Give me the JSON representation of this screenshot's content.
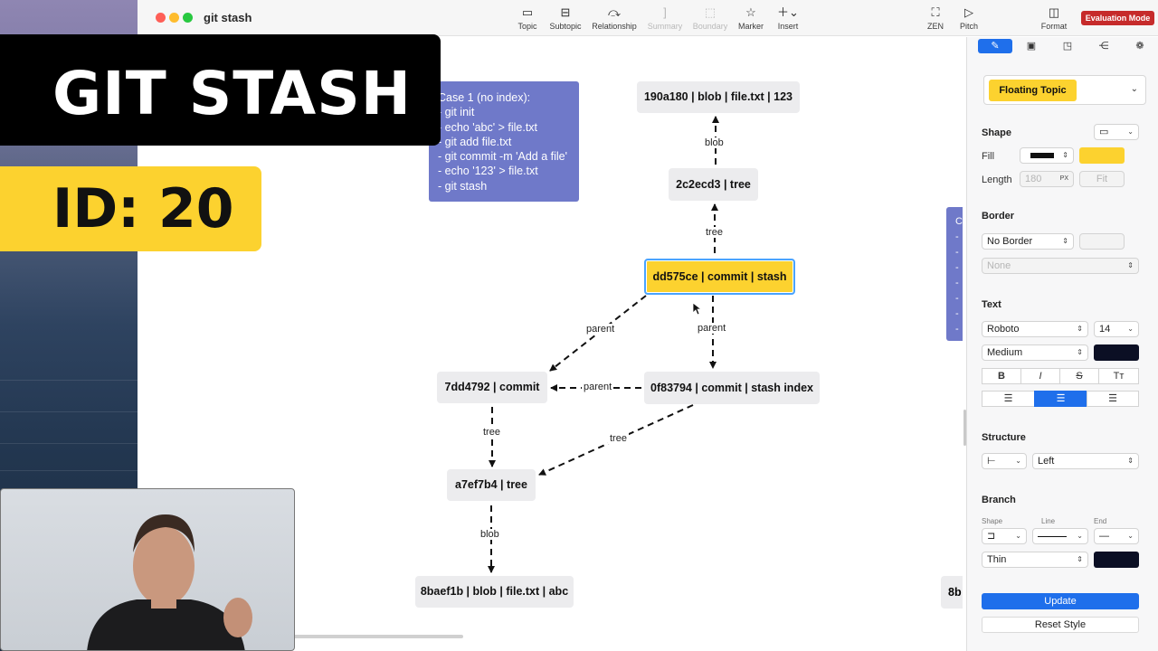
{
  "window": {
    "title": "git stash"
  },
  "toolbar": {
    "items": [
      {
        "label": "Topic",
        "icon": "topic-icon"
      },
      {
        "label": "Subtopic",
        "icon": "subtopic-icon"
      },
      {
        "label": "Relationship",
        "icon": "relationship-icon"
      },
      {
        "label": "Summary",
        "icon": "summary-icon",
        "disabled": true
      },
      {
        "label": "Boundary",
        "icon": "boundary-icon",
        "disabled": true
      },
      {
        "label": "Marker",
        "icon": "star-icon"
      },
      {
        "label": "Insert",
        "icon": "plus-icon"
      },
      {
        "label": "ZEN",
        "icon": "zen-icon"
      },
      {
        "label": "Pitch",
        "icon": "play-icon"
      },
      {
        "label": "Format",
        "icon": "format-icon"
      }
    ],
    "eval_badge": "Evaluation Mode"
  },
  "overlay": {
    "title": "GIT STASH",
    "id": "ID: 20"
  },
  "canvas": {
    "note_case1": [
      "Case 1 (no index):",
      "- git init",
      "- echo 'abc' > file.txt",
      "- git add file.txt",
      "- git commit -m 'Add a file'",
      "- echo '123' > file.txt",
      "- git stash"
    ],
    "note_case2_fragment": [
      "C",
      "-",
      "-",
      "-",
      "-",
      "-",
      "-",
      "-"
    ],
    "nodes": {
      "blob_123": "190a180 | blob | file.txt | 123",
      "tree_2c2": "2c2ecd3 | tree",
      "stash_commit": "dd575ce | commit | stash",
      "commit_7dd": "7dd4792 | commit",
      "stash_index": "0f83794 | commit | stash index",
      "tree_a7e": "a7ef7b4 | tree",
      "blob_abc": "8baef1b | blob | file.txt | abc",
      "partial": "8b"
    },
    "edge_labels": {
      "blob_top": "blob",
      "tree_top": "tree",
      "parent_left": "parent",
      "parent_right": "parent",
      "parent_mid": "parent",
      "tree_left": "tree",
      "tree_diag": "tree",
      "blob_bottom": "blob"
    }
  },
  "panel": {
    "style_selector": "Floating Topic",
    "shape": {
      "title": "Shape",
      "fill_label": "Fill",
      "length_label": "Length",
      "length_value": "180",
      "length_unit": "PX",
      "fit_label": "Fit",
      "fill_color": "#fcd22f"
    },
    "border": {
      "title": "Border",
      "value": "No Border",
      "sub_value": "None"
    },
    "text": {
      "title": "Text",
      "font": "Roboto",
      "size": "14",
      "weight": "Medium",
      "color": "#0b0f24",
      "bold": "B",
      "italic": "I",
      "strike": "S",
      "case": "Tт"
    },
    "structure": {
      "title": "Structure",
      "value": "Left"
    },
    "branch": {
      "title": "Branch",
      "shape_label": "Shape",
      "line_label": "Line",
      "end_label": "End",
      "thickness": "Thin",
      "color": "#0b0f24"
    },
    "update_label": "Update",
    "reset_label": "Reset Style"
  },
  "colors": {
    "accent": "#1f6feb",
    "topic_yellow": "#fcd22f",
    "note_blue": "#6f79c9",
    "badge_red": "#c62b2b"
  }
}
